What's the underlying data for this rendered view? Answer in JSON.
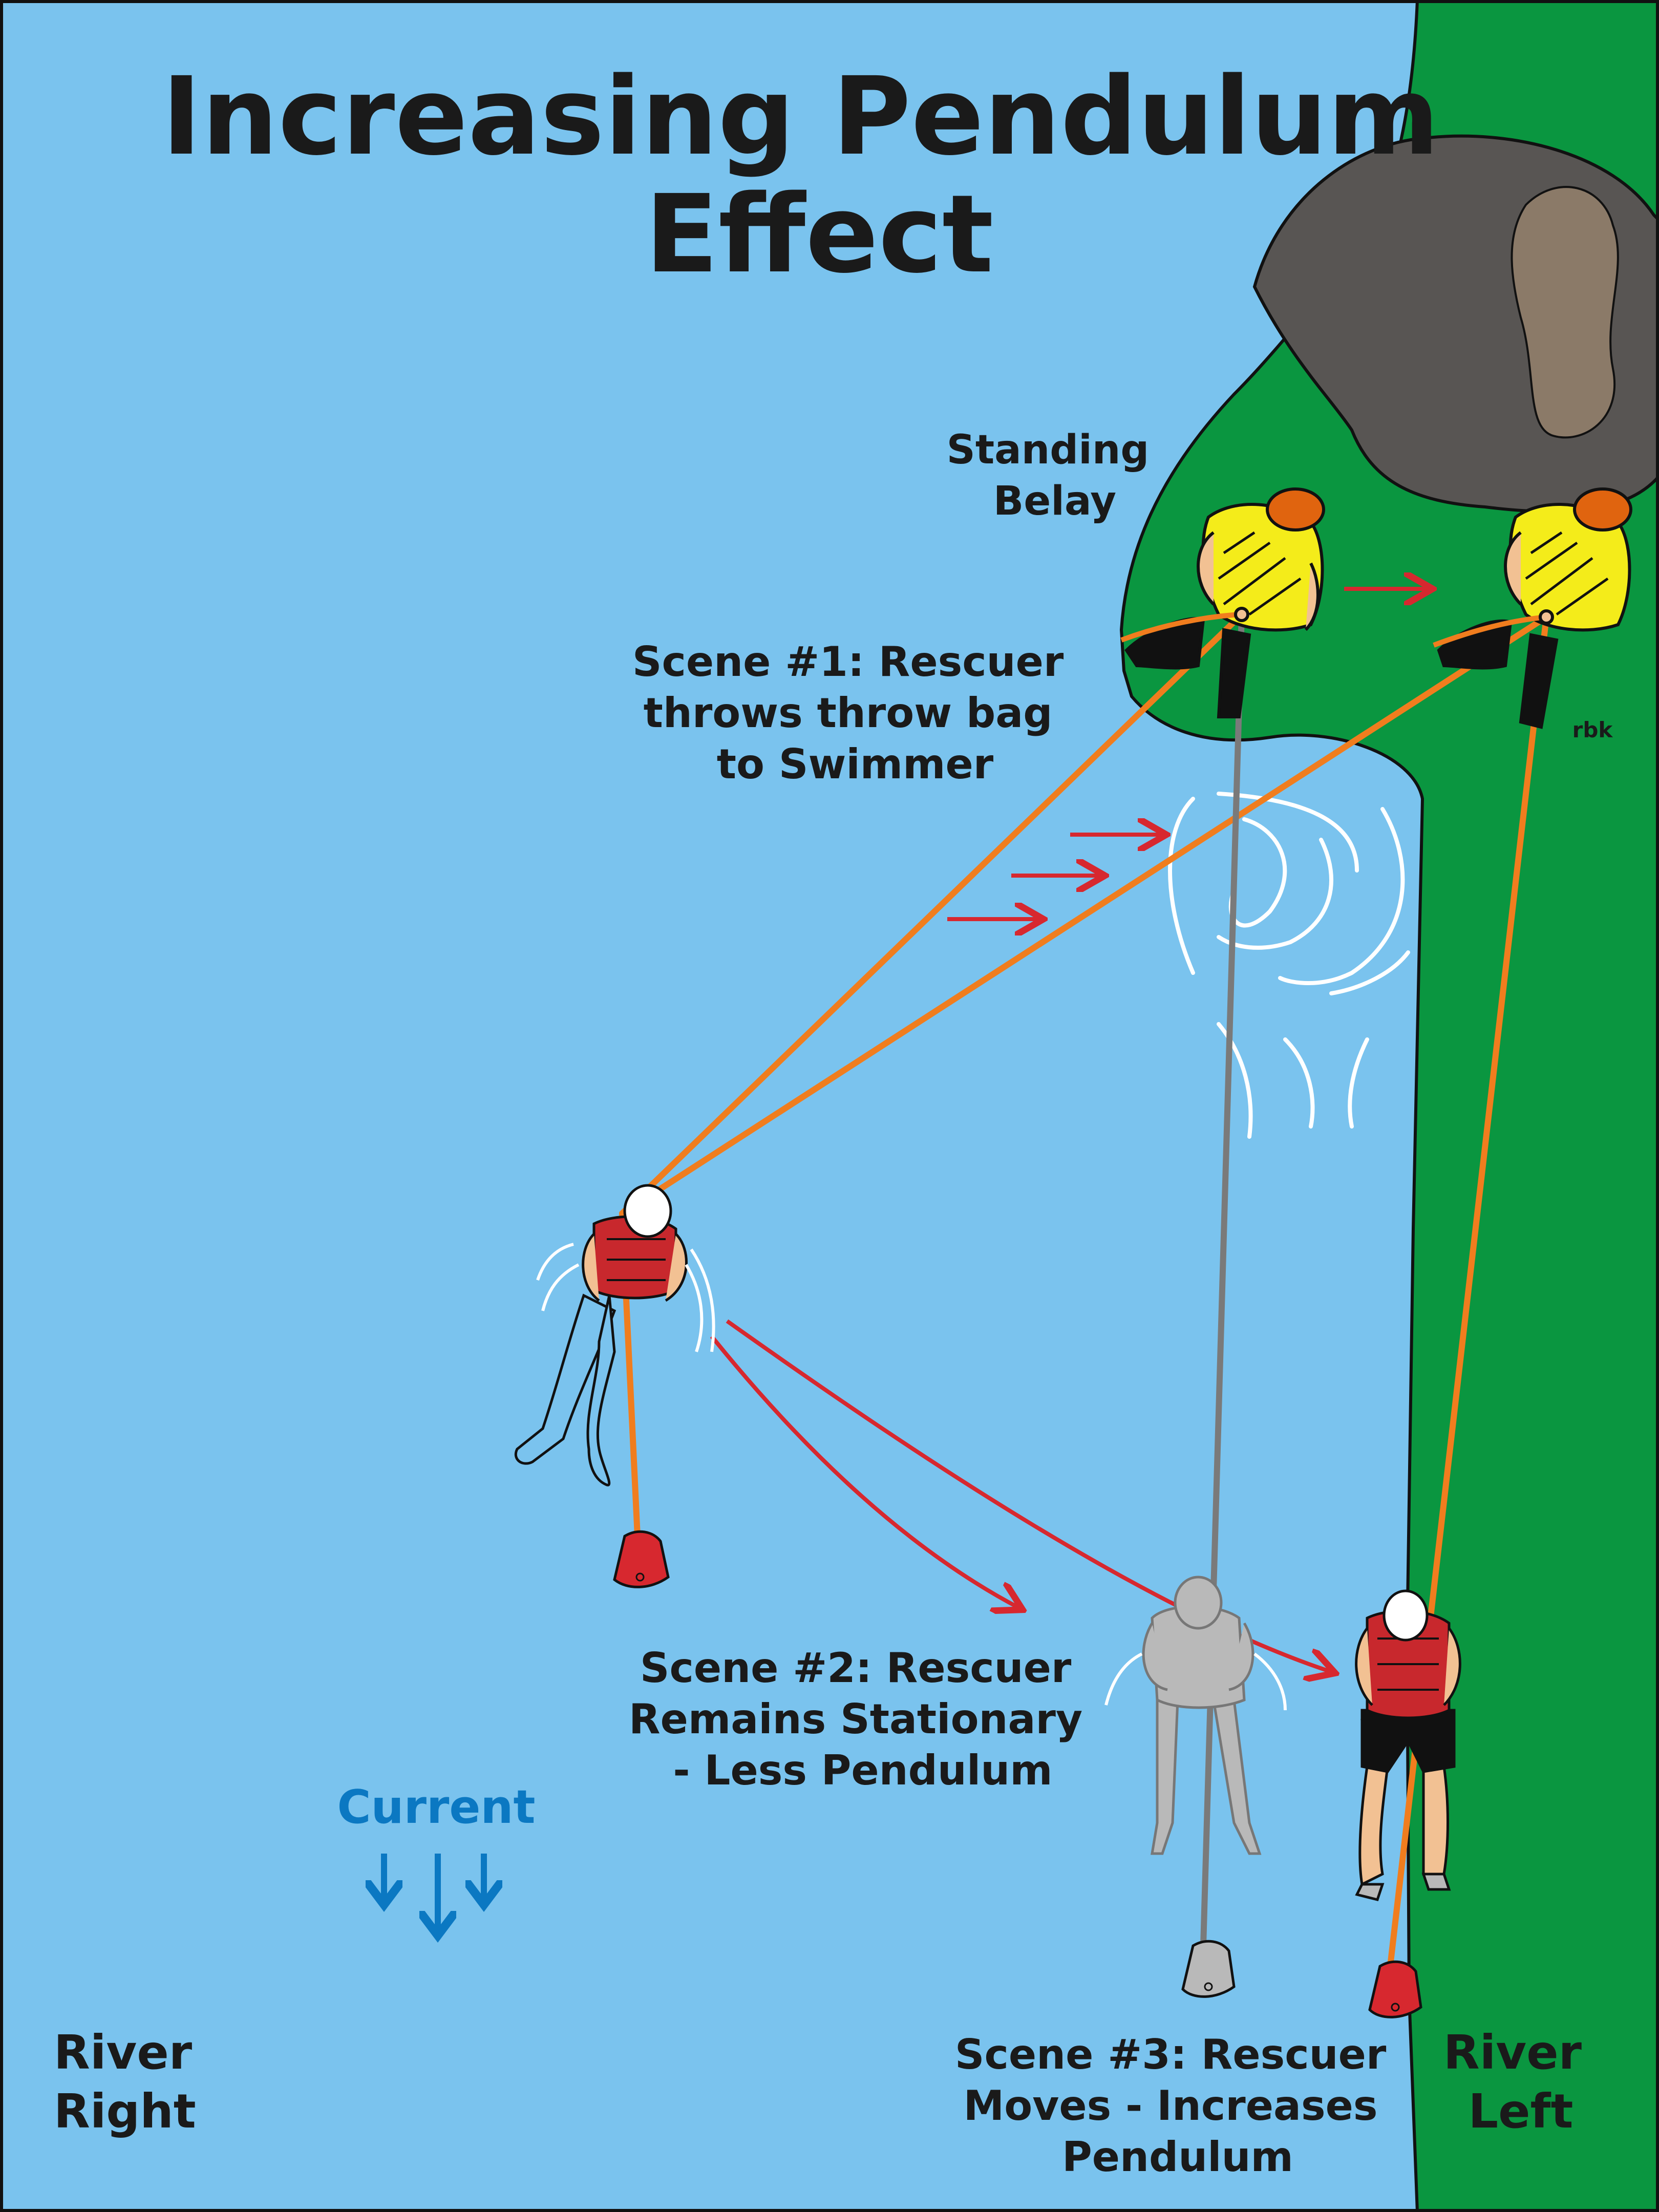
{
  "title": [
    "Increasing Pendulum",
    "Effect"
  ],
  "labels": {
    "standing_belay": [
      "Standing",
      "Belay"
    ],
    "scene1": [
      "Scene #1: Rescuer",
      "throws throw bag",
      "to Swimmer"
    ],
    "scene2": [
      "Scene #2: Rescuer",
      "Remains Stationary",
      "- Less Pendulum"
    ],
    "scene3": [
      "Scene #3: Rescuer",
      "Moves - Increases",
      "Pendulum"
    ],
    "current": "Current",
    "river_right": [
      "River",
      "Right"
    ],
    "river_left": [
      "River",
      "Left"
    ],
    "signature": "rbk"
  },
  "colors": {
    "water": "#7ac3ee",
    "bank": "#0a9640",
    "rock": "#585553",
    "rock_highlight": "#8b7a68",
    "rope_orange": "#f07d1e",
    "rope_grey": "#7a7a7a",
    "arrow_red": "#d7282f",
    "current_blue": "#0b78c2",
    "pfd_yellow": "#f4ec1a",
    "pfd_red": "#c8282d",
    "helmet_orange": "#e0640f",
    "skin": "#f2c193",
    "ghost_grey": "#b9b9b9"
  }
}
